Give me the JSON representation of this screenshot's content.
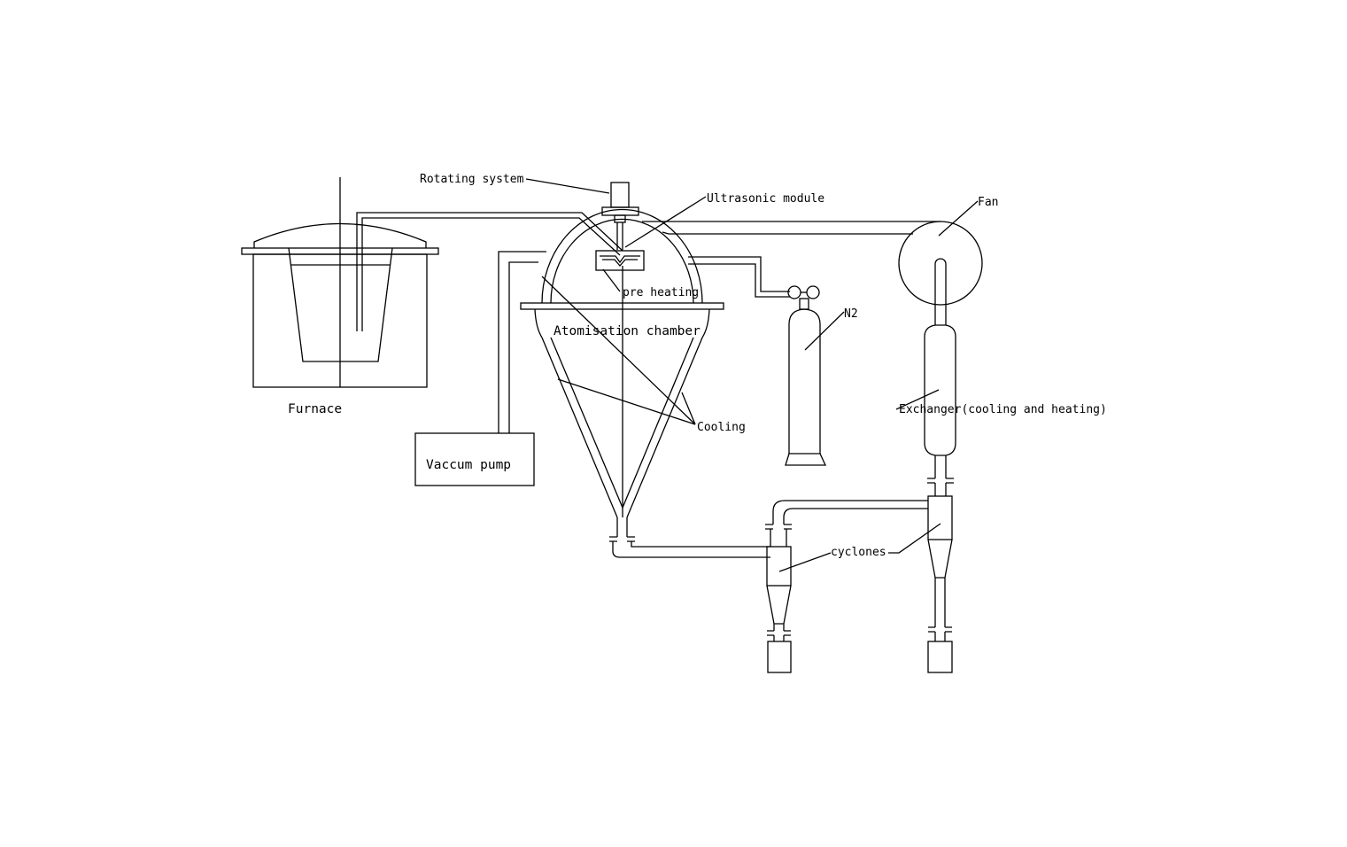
{
  "labels": {
    "rotating_system": "Rotating system",
    "ultrasonic_module": "Ultrasonic module",
    "fan": "Fan",
    "pre_heating": "pre heating",
    "n2": "N2",
    "atomisation_chamber": "Atomisation chamber",
    "furnace": "Furnace",
    "exchanger": "Exchanger(cooling and heating)",
    "cooling": "Cooling",
    "vaccum_pump": "Vaccum pump",
    "cyclones": "cyclones"
  }
}
